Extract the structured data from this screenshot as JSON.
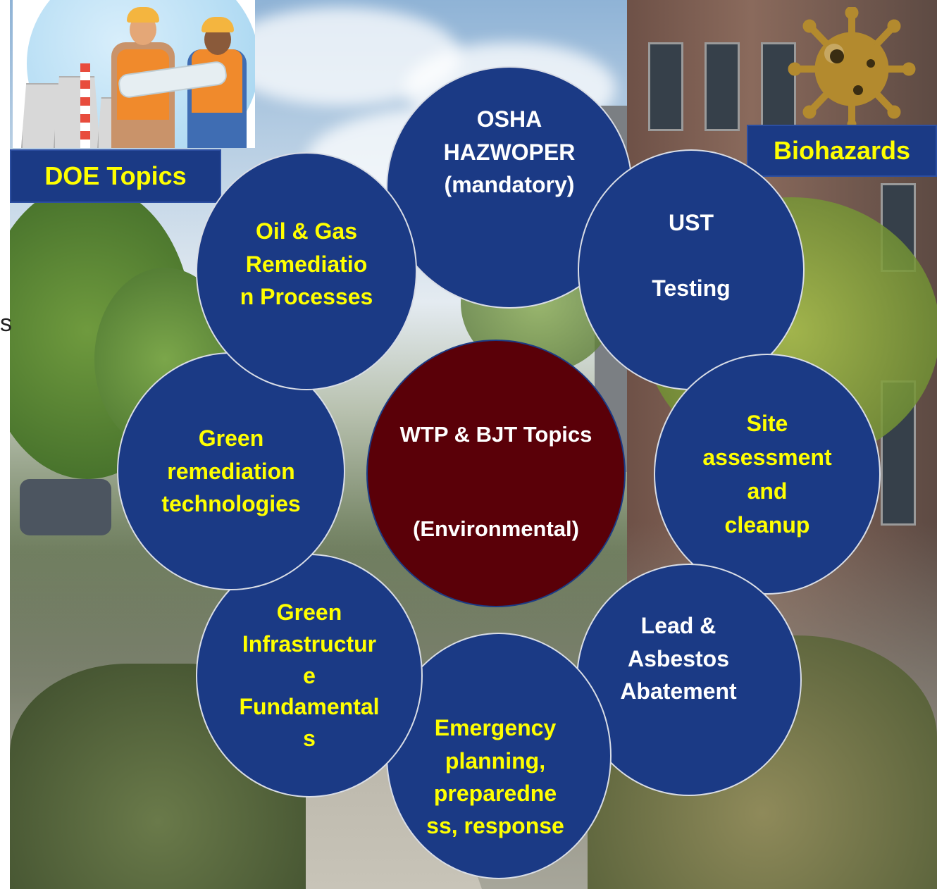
{
  "center": {
    "line1": "WTP & BJT Topics",
    "line2": "(Environmental)"
  },
  "topics": [
    {
      "id": "osha",
      "text": "OSHA\nHAZWOPER\n(mandatory)"
    },
    {
      "id": "ust",
      "text": "UST\n\nTesting"
    },
    {
      "id": "site",
      "text": "Site\nassessment\nand\ncleanup"
    },
    {
      "id": "lead",
      "text": "Lead &\nAsbestos\nAbatement"
    },
    {
      "id": "emergency",
      "text": "Emergency\nplanning,\npreparedne\nss, response"
    },
    {
      "id": "green-infra",
      "text": "Green\nInfrastructur\ne\nFundamental\ns"
    },
    {
      "id": "green-rem",
      "text": "Green\nremediation\ntechnologies"
    },
    {
      "id": "oil-gas",
      "text": "Oil & Gas\nRemediatio\nn Processes"
    }
  ],
  "labels": {
    "doe": "DOE Topics",
    "bio": "Biohazards"
  },
  "stray_char": "s",
  "colors": {
    "circle": "#1b3a85",
    "center": "#5a0008",
    "text_yellow": "#ffff00",
    "text_white": "#ffffff",
    "biohazard_icon": "#b38a2e"
  },
  "icons": [
    "biohazard-icon",
    "workers-illustration"
  ]
}
